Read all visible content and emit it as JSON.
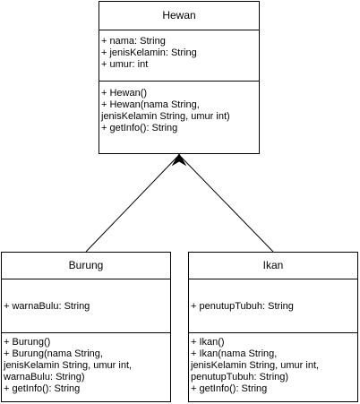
{
  "classes": {
    "hewan": {
      "name": "Hewan",
      "attributes": [
        "+ nama: String",
        "+ jenisKelamin: String",
        "+ umur: int"
      ],
      "methods": [
        "+ Hewan()",
        "+ Hewan(nama String,",
        "jenisKelamin String, umur int)",
        "+ getInfo(): String"
      ]
    },
    "burung": {
      "name": "Burung",
      "attributes": [
        "+ warnaBulu: String"
      ],
      "methods": [
        "+ Burung()",
        "+ Burung(nama String,",
        "jenisKelamin String, umur int,",
        "warnaBulu: String)",
        "+ getInfo(): String"
      ]
    },
    "ikan": {
      "name": "Ikan",
      "attributes": [
        "+ penutupTubuh: String"
      ],
      "methods": [
        "+ Ikan()",
        "+ Ikan(nama String,",
        "jenisKelamin String, umur int,",
        "penutupTubuh: String)",
        "+ getInfo(): String"
      ]
    }
  },
  "relationships": [
    {
      "from": "Burung",
      "to": "Hewan",
      "type": "inheritance"
    },
    {
      "from": "Ikan",
      "to": "Hewan",
      "type": "inheritance"
    }
  ]
}
